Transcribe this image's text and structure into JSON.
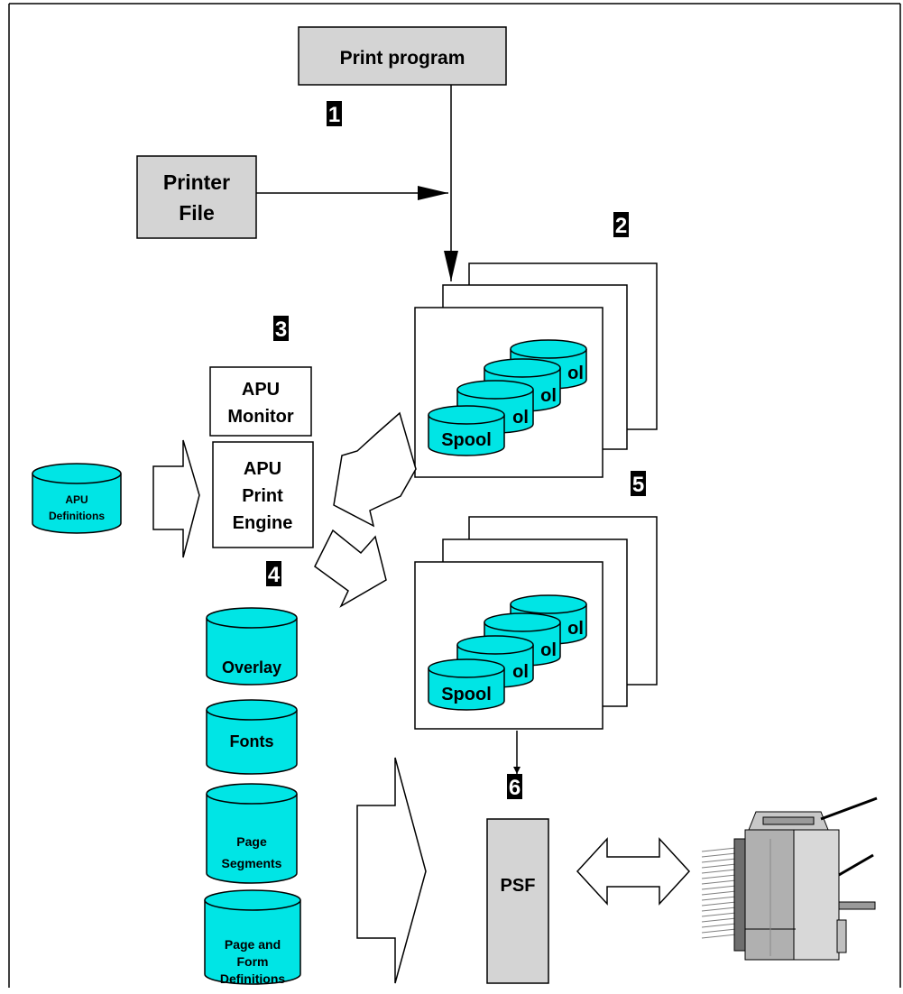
{
  "boxes": {
    "print_program": "Print program",
    "printer_file_line1": "Printer",
    "printer_file_line2": "File",
    "apu_monitor_line1": "APU",
    "apu_monitor_line2": "Monitor",
    "apu_engine_line1": "APU",
    "apu_engine_line2": "Print",
    "apu_engine_line3": "Engine",
    "psf": "PSF"
  },
  "badges": [
    "1",
    "2",
    "3",
    "4",
    "5",
    "6"
  ],
  "spool": {
    "front_label": "Spool",
    "partial_label": "ol"
  },
  "resources": {
    "apu_definitions_line1": "APU",
    "apu_definitions_line2": "Definitions",
    "overlay": "Overlay",
    "fonts": "Fonts",
    "page_segments_line1": "Page",
    "page_segments_line2": "Segments",
    "page_form_line1": "Page and",
    "page_form_line2": "Form",
    "page_form_line3": "Definitions"
  },
  "colors": {
    "cylinder_fill": "#00e5e5",
    "box_gray": "#d4d4d4",
    "badge": "#000000"
  }
}
